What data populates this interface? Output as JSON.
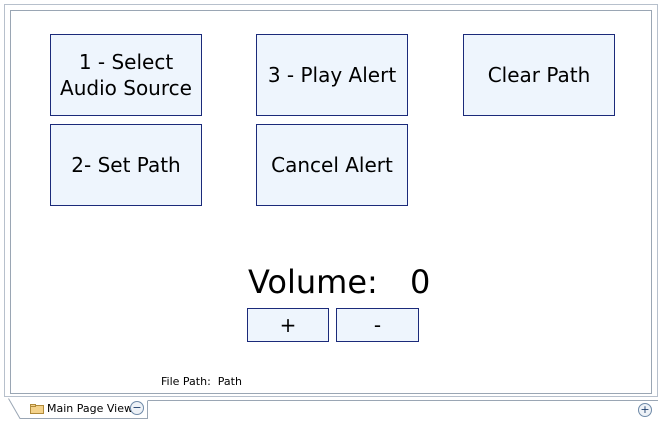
{
  "buttons": {
    "select_audio": "1 - Select\nAudio Source",
    "play_alert": "3 - Play Alert",
    "clear_path": "Clear Path",
    "set_path": "2- Set Path",
    "cancel_alert": "Cancel Alert",
    "plus": "+",
    "minus": "-"
  },
  "volume": {
    "label": "Volume:",
    "value": "0"
  },
  "file_path": {
    "label": "File Path:",
    "value": "Path"
  },
  "tabs": [
    {
      "label": "Main Page View",
      "icon": "folder-icon"
    }
  ],
  "tab_controls": {
    "collapse_symbol": "−",
    "add_symbol": "+"
  },
  "colors": {
    "button_fill": "#eef5fd",
    "button_border": "#1b2a7a",
    "frame_border": "#9aa6b4"
  }
}
